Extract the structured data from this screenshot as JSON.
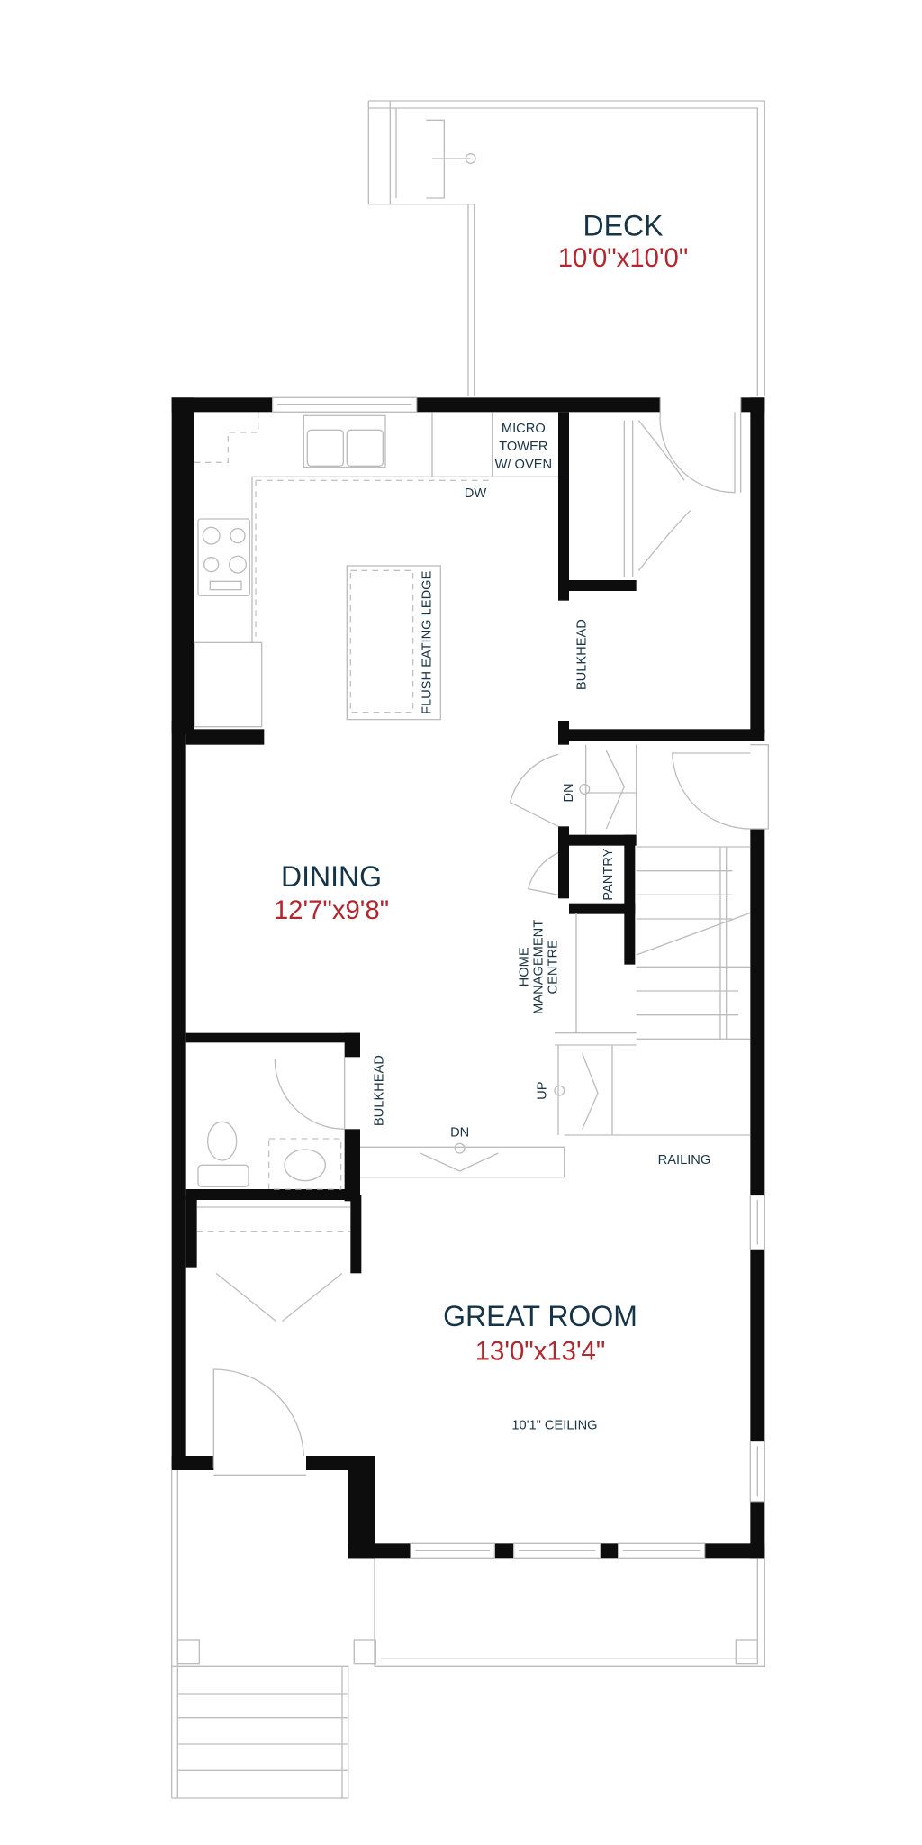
{
  "rooms": {
    "deck": {
      "name": "DECK",
      "size": "10'0\"x10'0\""
    },
    "dining": {
      "name": "DINING",
      "size": "12'7\"x9'8\""
    },
    "great_room": {
      "name": "GREAT ROOM",
      "size": "13'0\"x13'4\"",
      "note": "10'1\" CEILING"
    }
  },
  "labels": {
    "micro_1": "MICRO",
    "micro_2": "TOWER",
    "micro_3": "W/ OVEN",
    "dw": "DW",
    "ledge": "FLUSH EATING LEDGE",
    "bulkhead_upper": "BULKHEAD",
    "bulkhead_lower": "BULKHEAD",
    "dn_stair": "DN",
    "pantry": "PANTRY",
    "hmc_1": "HOME",
    "hmc_2": "MANAGEMENT",
    "hmc_3": "CENTRE",
    "up": "UP",
    "dn_lower": "DN",
    "railing": "RAILING"
  },
  "colors": {
    "wall": "#0d0d0d",
    "room_name": "#163447",
    "dimension": "#b3262e"
  }
}
